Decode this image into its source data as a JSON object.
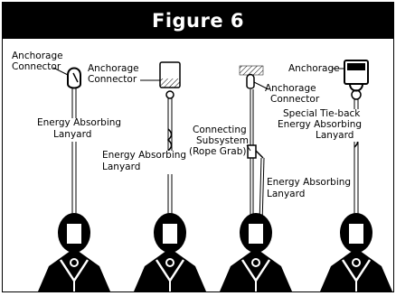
{
  "figure": {
    "title": "Figure 6",
    "panels": [
      {
        "labels": [
          "Anchorage",
          "Connector",
          "Energy Absorbing",
          "Lanyard"
        ]
      },
      {
        "labels": [
          "Anchorage",
          "Connector",
          "Energy Absorbing",
          "Lanyard"
        ]
      },
      {
        "labels": [
          "Connecting",
          "Subsystem",
          "(Rope Grab)",
          "Anchorage",
          "Connector",
          "Energy Absorbing",
          "Lanyard"
        ]
      },
      {
        "labels": [
          "Anchorage",
          "Special Tie-back",
          "Energy Absorbing",
          "Lanyard"
        ]
      }
    ]
  }
}
